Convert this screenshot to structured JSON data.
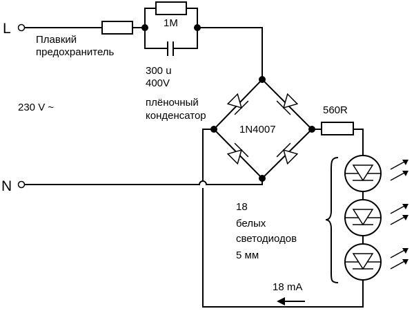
{
  "terminals": {
    "line": "L",
    "neutral": "N"
  },
  "fuse": {
    "label_line1": "Плавкий",
    "label_line2": "предохранитель"
  },
  "resistor_bleed": {
    "label": "1M"
  },
  "capacitor": {
    "line1": "300 u",
    "line2": "400V",
    "line3": "плёночный",
    "line4": "конденсатор"
  },
  "supply": {
    "label": "230 V ~"
  },
  "bridge": {
    "label": "1N4007"
  },
  "resistor_series": {
    "label": "560R"
  },
  "leds": {
    "line1": "18",
    "line2": "белых",
    "line3": "светодиодов",
    "line4": "5 мм",
    "shown_count": 3
  },
  "current": {
    "label": "18 mA"
  }
}
